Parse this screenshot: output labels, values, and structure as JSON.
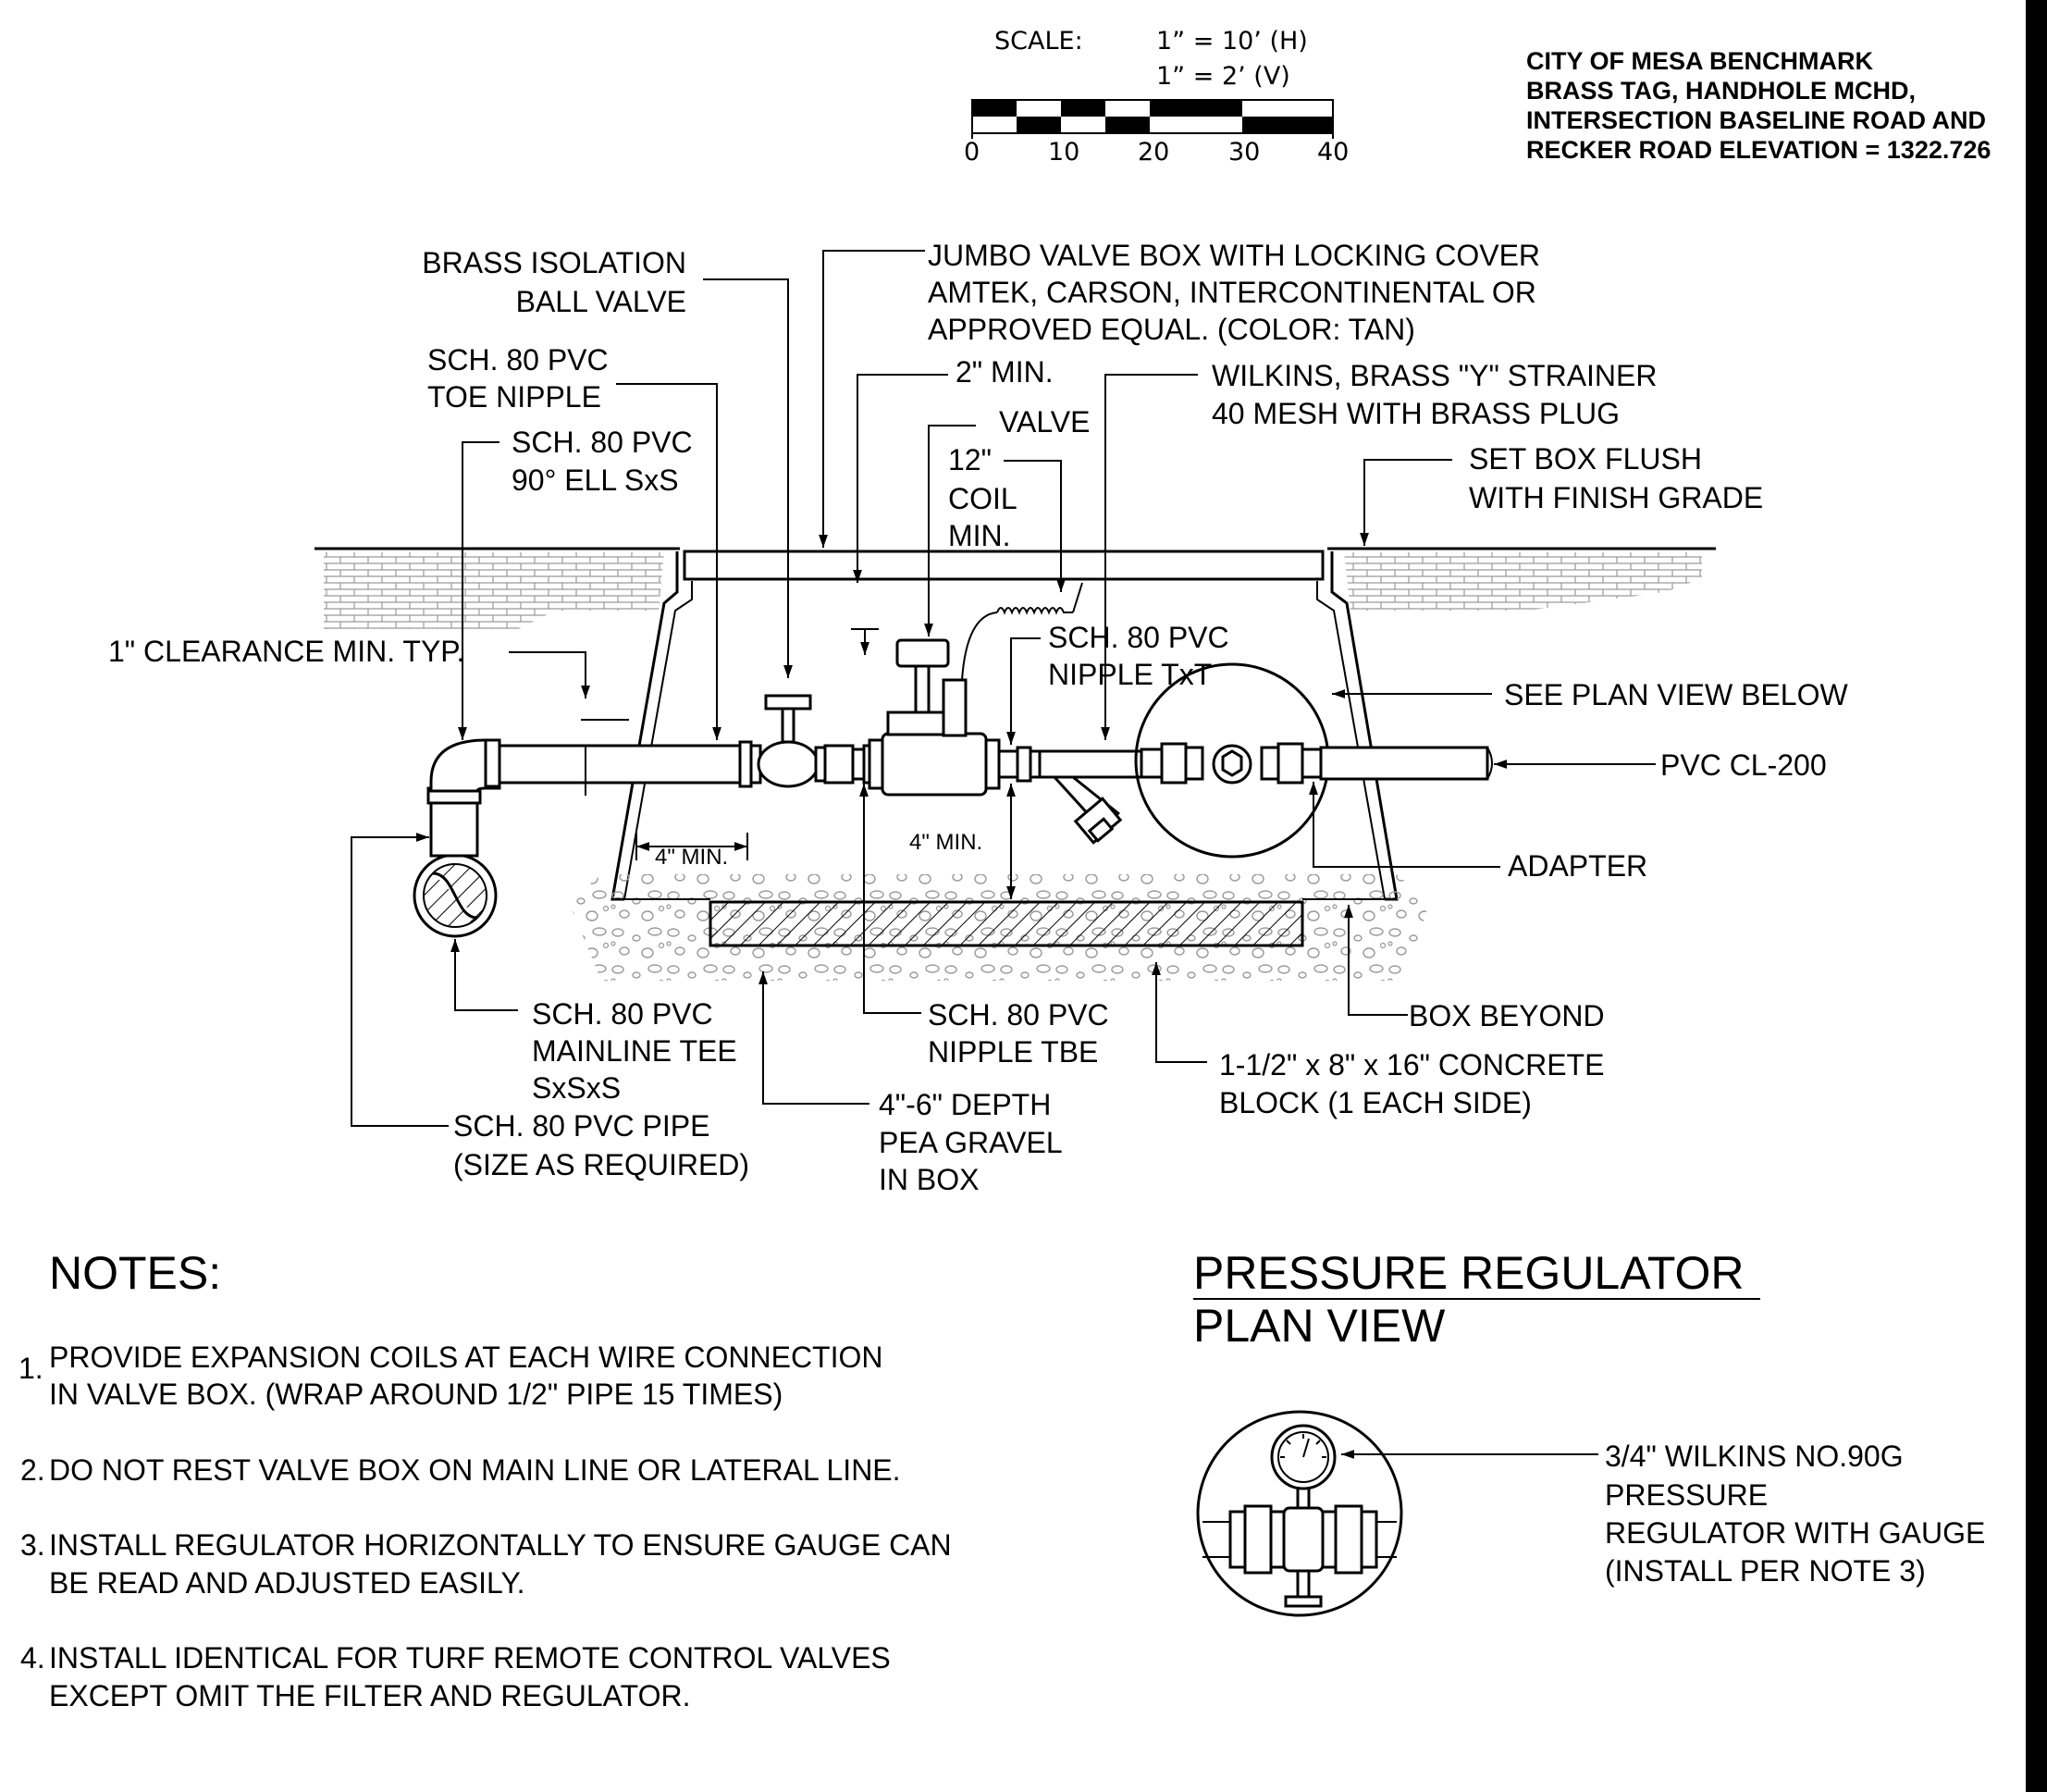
{
  "scale": {
    "label": "SCALE:",
    "horizontal": "1”  =  10’  (H)",
    "vertical": "1”  =  2’    (V)",
    "ticks": [
      "0",
      "10",
      "20",
      "30",
      "40"
    ]
  },
  "benchmark": [
    "CITY OF MESA BENCHMARK",
    "BRASS TAG, HANDHOLE MCHD,",
    "INTERSECTION BASELINE ROAD AND",
    "RECKER ROAD ELEVATION = 1322.726"
  ],
  "callouts": {
    "brass_isolation": [
      "BRASS ISOLATION",
      "BALL VALVE"
    ],
    "jumbo_box": [
      "JUMBO VALVE BOX WITH LOCKING COVER",
      "AMTEK, CARSON, INTERCONTINENTAL OR",
      "APPROVED EQUAL. (COLOR: TAN)"
    ],
    "toe_nipple": [
      "SCH. 80 PVC",
      "TOE NIPPLE"
    ],
    "two_min": "2\" MIN.",
    "strainer": [
      "WILKINS, BRASS \"Y\" STRAINER",
      "40 MESH WITH BRASS PLUG"
    ],
    "ell": [
      "SCH. 80 PVC",
      "90° ELL SxS"
    ],
    "valve": "VALVE",
    "coil": [
      "12\"",
      "COIL",
      "MIN."
    ],
    "set_box": [
      "SET BOX FLUSH",
      "WITH FINISH GRADE"
    ],
    "clearance": "1\" CLEARANCE MIN. TYP.",
    "nipple_txt": [
      "SCH. 80 PVC",
      "NIPPLE TxT"
    ],
    "see_plan": "SEE PLAN VIEW BELOW",
    "pvc_cl200": "PVC CL-200",
    "four_min_left": "4\" MIN.",
    "four_min_mid": "4\" MIN.",
    "adapter": "ADAPTER",
    "mainline_tee": [
      "SCH. 80 PVC",
      "MAINLINE TEE",
      "SxSxS"
    ],
    "nipple_tbe": [
      "SCH. 80 PVC",
      "NIPPLE TBE"
    ],
    "box_beyond": "BOX BEYOND",
    "concrete_block": [
      "1-1/2\" x 8\" x 16\" CONCRETE",
      "BLOCK (1 EACH SIDE)"
    ],
    "pipe": [
      "SCH. 80 PVC PIPE",
      "(SIZE AS REQUIRED)"
    ],
    "pea_gravel": [
      "4\"-6\" DEPTH",
      "PEA GRAVEL",
      "IN BOX"
    ]
  },
  "notes": {
    "heading": "NOTES:",
    "items": [
      {
        "num": "1.",
        "lines": [
          "PROVIDE EXPANSION COILS AT EACH WIRE CONNECTION",
          "IN VALVE BOX. (WRAP AROUND 1/2\" PIPE 15 TIMES)"
        ]
      },
      {
        "num": "2.",
        "lines": [
          "DO NOT REST VALVE BOX ON MAIN LINE OR LATERAL LINE."
        ]
      },
      {
        "num": "3.",
        "lines": [
          "INSTALL REGULATOR HORIZONTALLY TO ENSURE GAUGE CAN",
          "BE READ AND ADJUSTED EASILY."
        ]
      },
      {
        "num": "4.",
        "lines": [
          "INSTALL IDENTICAL FOR TURF REMOTE CONTROL VALVES",
          "EXCEPT OMIT THE FILTER AND REGULATOR."
        ]
      }
    ]
  },
  "plan_view": {
    "title_line1": "PRESSURE REGULATOR",
    "title_line2": "PLAN VIEW",
    "regulator_label": [
      "3/4\" WILKINS NO.90G",
      "PRESSURE",
      "REGULATOR WITH GAUGE",
      "(INSTALL PER NOTE 3)"
    ]
  }
}
